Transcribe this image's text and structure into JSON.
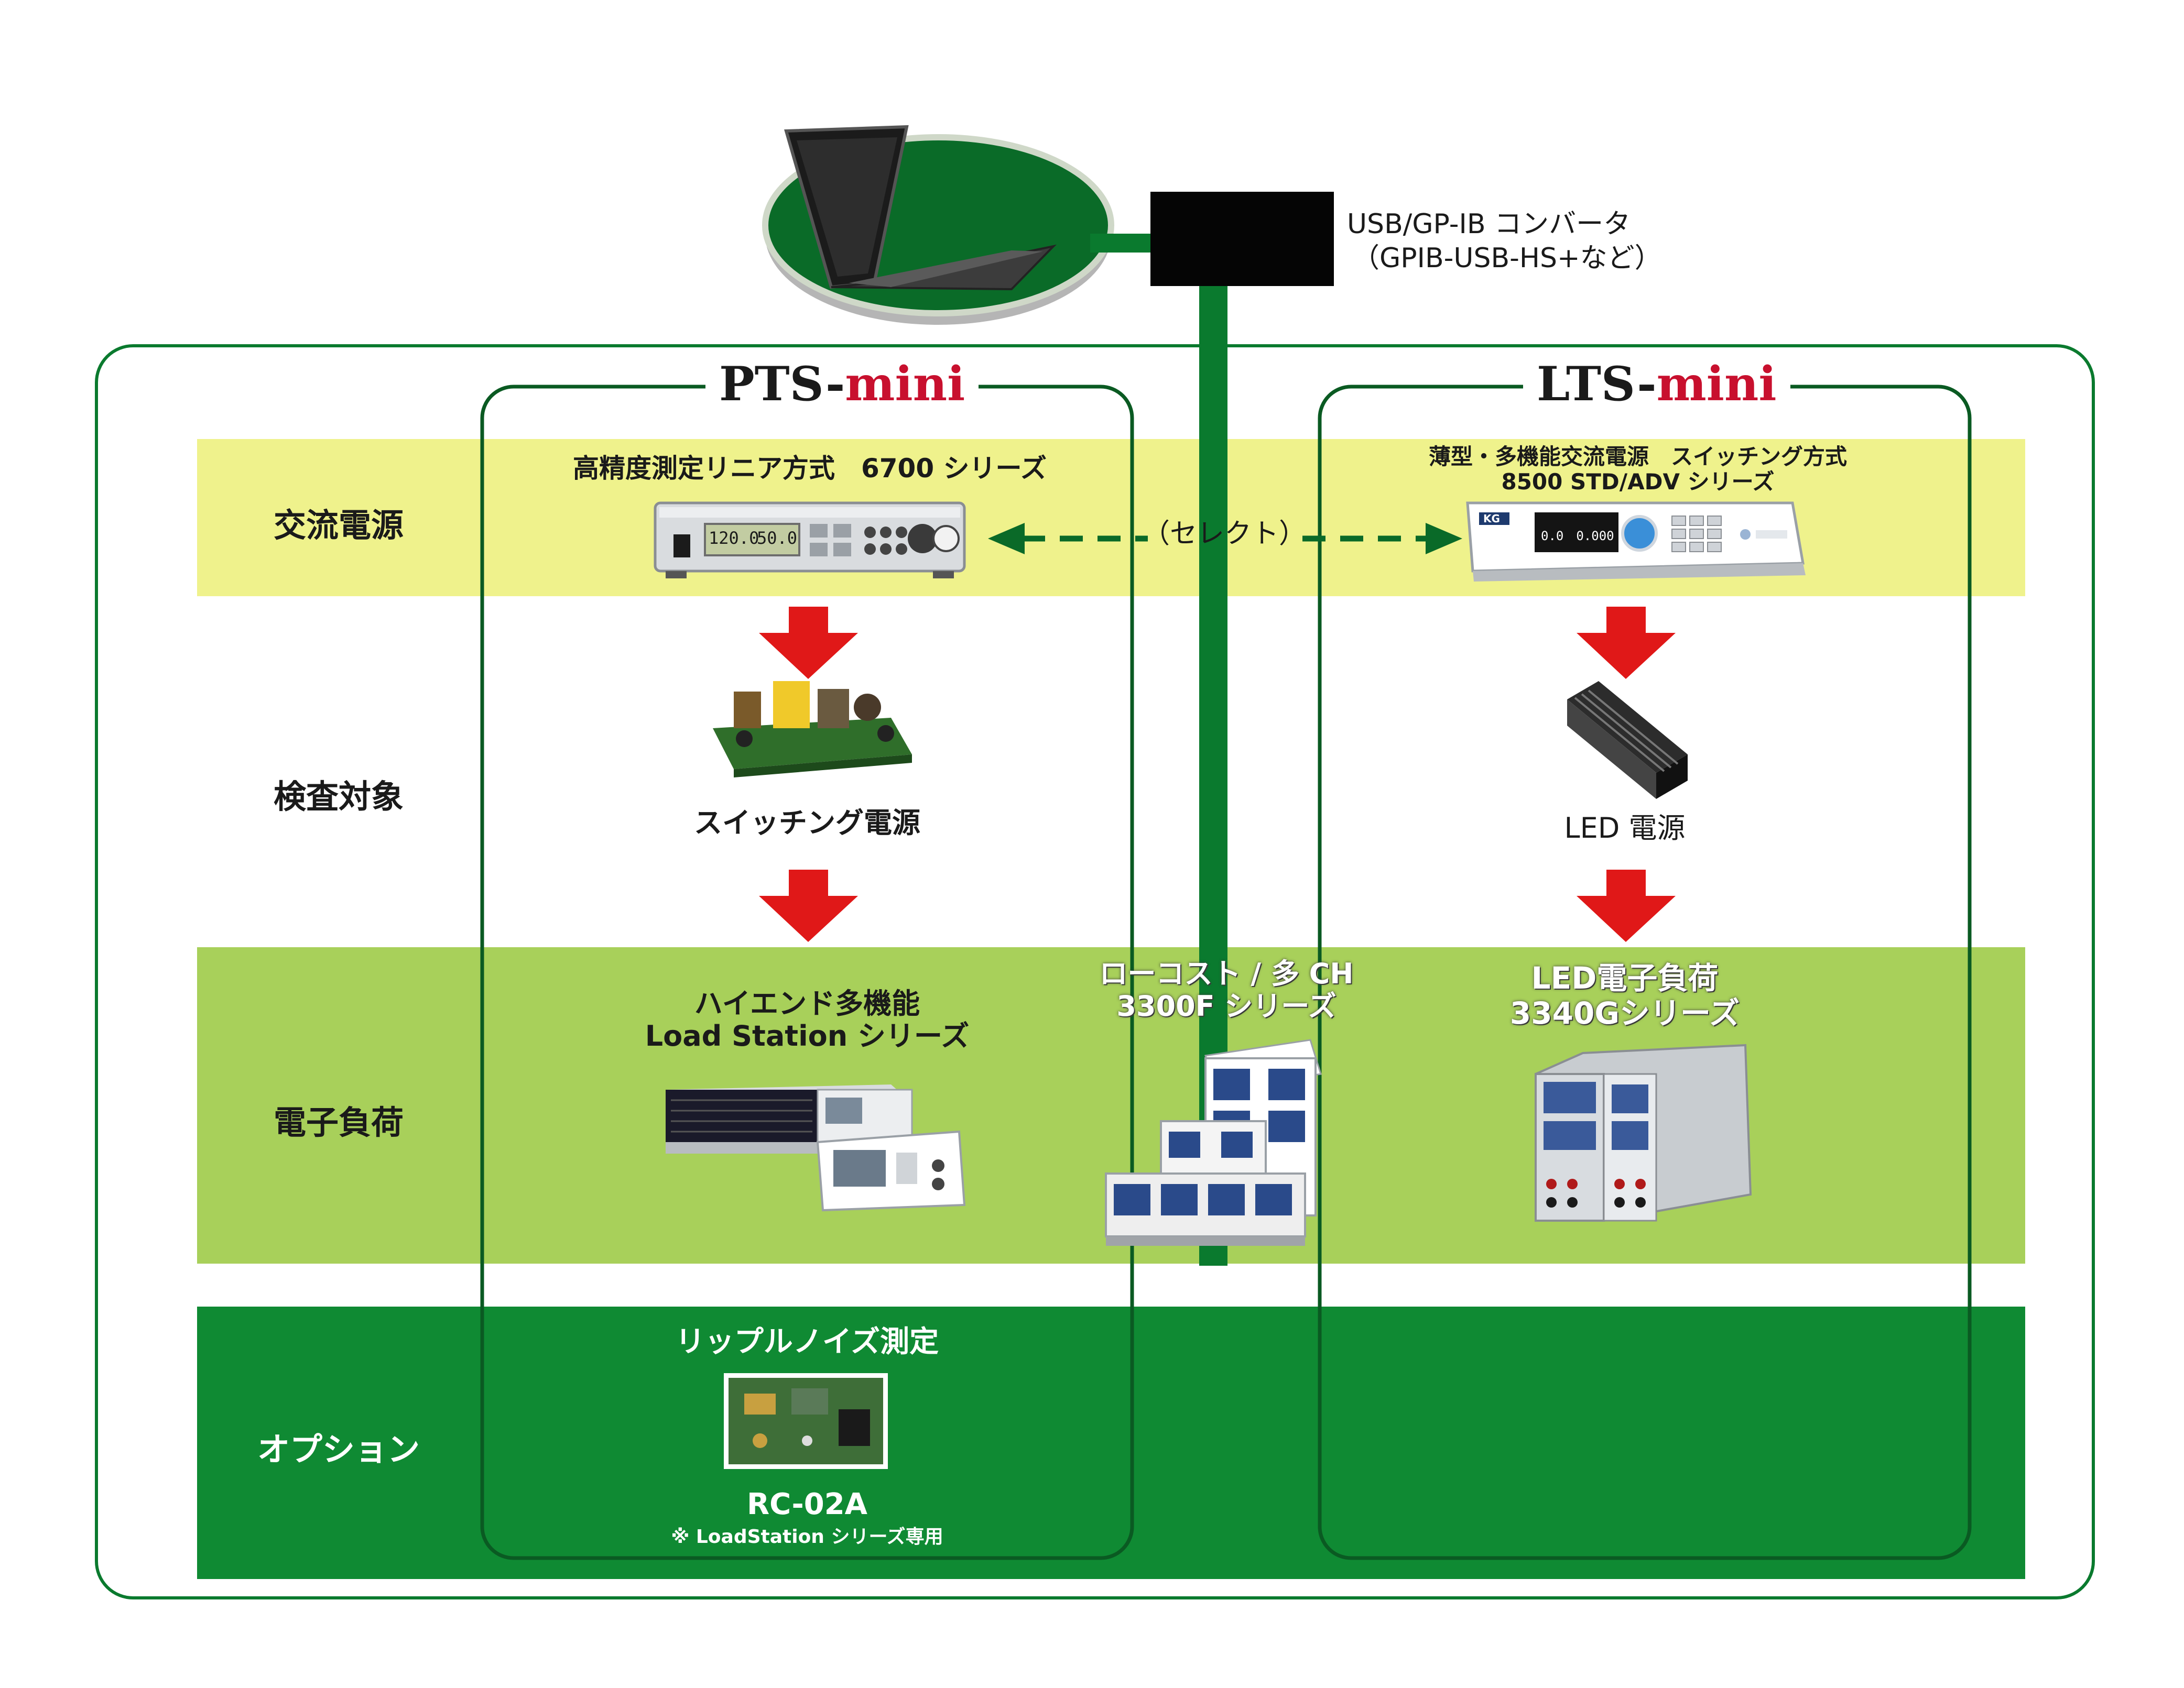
{
  "converter": {
    "line1": "USB/GP-IB コンバータ",
    "line2": "（GPIB-USB-HS+など）"
  },
  "columns": {
    "pts": {
      "name": "PTS-",
      "suffix": "mini"
    },
    "lts": {
      "name": "LTS-",
      "suffix": "mini"
    }
  },
  "rows": {
    "ac_power": "交流電源",
    "dut": "検査対象",
    "e_load": "電子負荷",
    "option": "オプション"
  },
  "pts": {
    "ac_title": "高精度測定リニア方式　6700 シリーズ",
    "dut_label": "スイッチング電源",
    "load_line1": "ハイエンド多機能",
    "load_line2": "Load Station シリーズ",
    "option_title": "リップルノイズ測定",
    "option_model": "RC-02A",
    "option_note": "※ LoadStation シリーズ専用",
    "display_v": "120.0",
    "display_f": "50.0"
  },
  "shared": {
    "select_label": "（セレクト）",
    "load_line1": "ローコスト / 多 CH",
    "load_line2": "3300F シリーズ"
  },
  "lts": {
    "ac_title1": "薄型・多機能交流電源　スイッチング方式",
    "ac_title2": "8500  STD/ADV シリーズ",
    "dut_label": "LED 電源",
    "load_line1": "LED電子負荷",
    "load_line2": "3340Gシリーズ",
    "display": "0.0　0.000",
    "brand": "KG"
  },
  "colors": {
    "dark_green": "#0a7a2e",
    "band_yellow": "#eff28c",
    "band_light_green": "#a8d05a",
    "arrow_red": "#e01818"
  }
}
